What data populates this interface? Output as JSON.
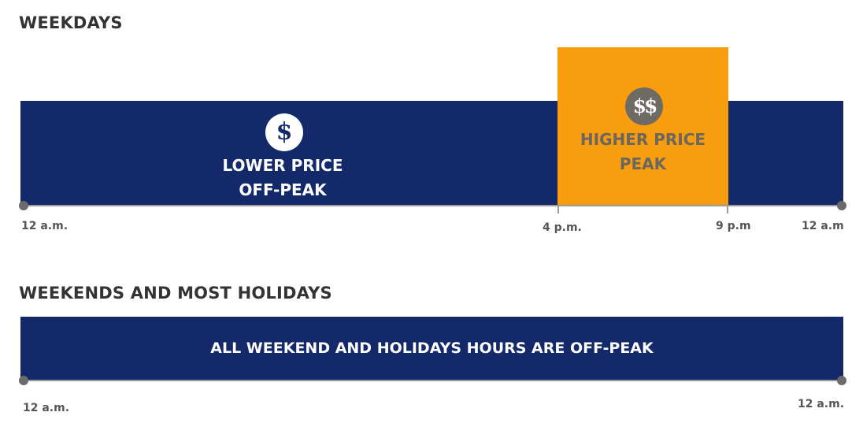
{
  "weekdays": {
    "title": "WEEKDAYS",
    "off_peak": {
      "icon": "dollar-coin-icon",
      "symbol": "$",
      "line1": "LOWER PRICE",
      "line2": "OFF-PEAK"
    },
    "peak": {
      "icon": "double-dollar-coin-icon",
      "symbol": "$$",
      "line1": "HIGHER PRICE",
      "line2": "PEAK",
      "start": "4 p.m.",
      "end": "9 p.m"
    },
    "ticks": [
      "12 a.m.",
      "4 p.m.",
      "9 p.m",
      "12 a.m"
    ]
  },
  "weekends": {
    "title": "WEEKENDS AND MOST HOLIDAYS",
    "message": "ALL WEEKEND AND HOLIDAYS HOURS ARE OFF-PEAK",
    "ticks": [
      "12 a.m.",
      "12 a.m."
    ]
  },
  "colors": {
    "off_peak": "#13296a",
    "peak": "#f89d0e",
    "peak_text": "#6a6660",
    "title_text": "#333333",
    "axis": "#9a9a9a"
  }
}
